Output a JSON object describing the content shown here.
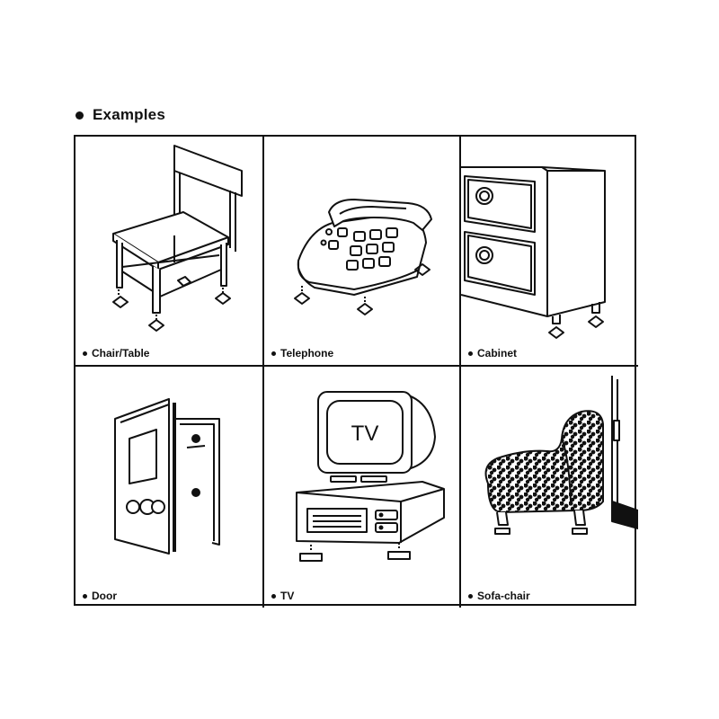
{
  "heading": "Examples",
  "examples": [
    {
      "label": "Chair/Table",
      "icon": "chair-icon"
    },
    {
      "label": "Telephone",
      "icon": "telephone-icon"
    },
    {
      "label": "Cabinet",
      "icon": "cabinet-icon"
    },
    {
      "label": "Door",
      "icon": "door-icon"
    },
    {
      "label": "TV",
      "icon": "tv-icon"
    },
    {
      "label": "Sofa-chair",
      "icon": "sofa-chair-icon"
    }
  ],
  "tv_screen_text": "TV"
}
